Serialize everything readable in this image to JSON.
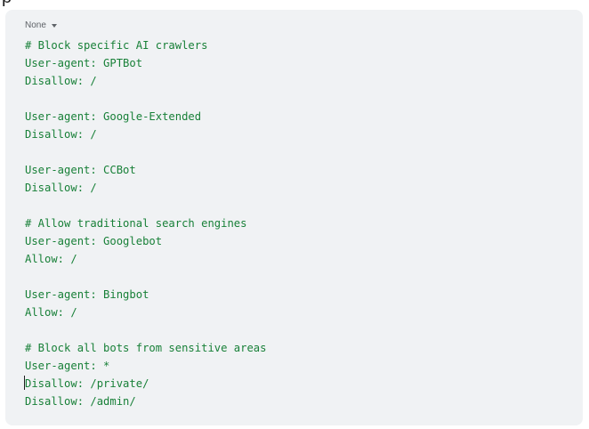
{
  "top_text": "p",
  "code_panel": {
    "language": "None",
    "lines": [
      "# Block specific AI crawlers",
      "User-agent: GPTBot",
      "Disallow: /",
      "",
      "User-agent: Google-Extended",
      "Disallow: /",
      "",
      "User-agent: CCBot",
      "Disallow: /",
      "",
      "# Allow traditional search engines",
      "User-agent: Googlebot",
      "Allow: /",
      "",
      "User-agent: Bingbot",
      "Allow: /",
      "",
      "# Block all bots from sensitive areas",
      "User-agent: *",
      "Disallow: /private/",
      "Disallow: /admin/"
    ]
  },
  "colors": {
    "code_text": "#188038",
    "panel_background": "#f0f2f4",
    "label_text": "#5f6368"
  }
}
